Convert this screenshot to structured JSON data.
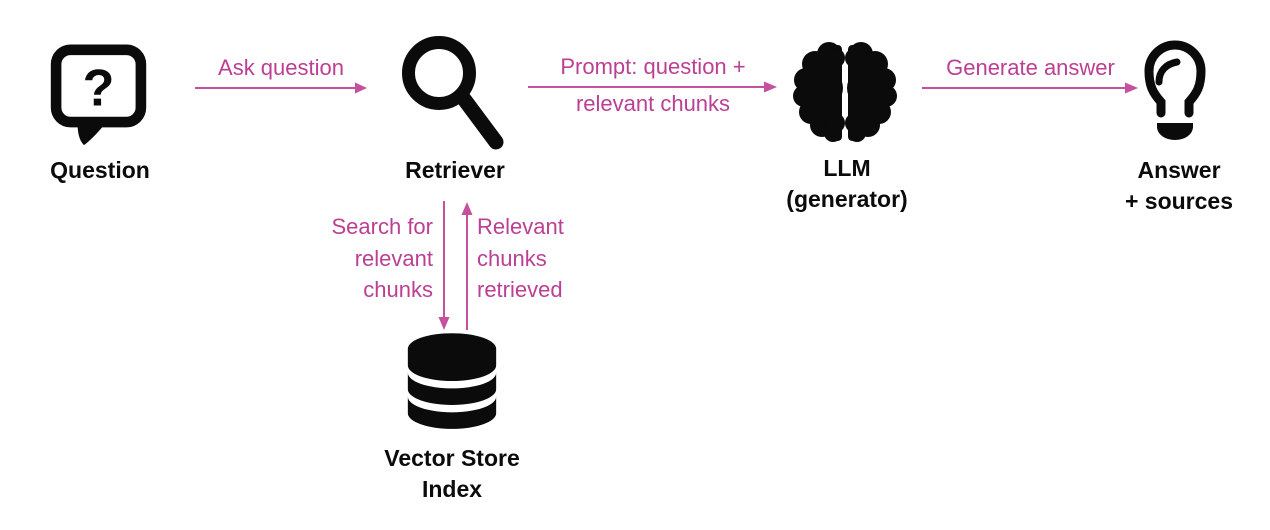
{
  "nodes": {
    "question": {
      "label": "Question",
      "icon": "speech-bubble-question-icon",
      "icon_glyph": "?"
    },
    "retriever": {
      "label": "Retriever",
      "icon": "magnifier-icon"
    },
    "llm": {
      "lines": [
        "LLM",
        "(generator)"
      ],
      "icon": "brain-icon"
    },
    "answer": {
      "lines": [
        "Answer",
        "+ sources"
      ],
      "icon": "lightbulb-icon"
    },
    "vector_store": {
      "lines": [
        "Vector Store",
        "Index"
      ],
      "icon": "database-icon"
    }
  },
  "edges": {
    "ask_question": {
      "label": "Ask question",
      "from": "question",
      "to": "retriever"
    },
    "prompt": {
      "lines": [
        "Prompt: question +",
        "relevant chunks"
      ],
      "from": "retriever",
      "to": "llm"
    },
    "generate_answer": {
      "label": "Generate answer",
      "from": "llm",
      "to": "answer"
    },
    "search": {
      "lines": [
        "Search for",
        "relevant",
        "chunks"
      ],
      "from": "retriever",
      "to": "vector_store"
    },
    "retrieved": {
      "lines": [
        "Relevant",
        "chunks",
        "retrieved"
      ],
      "from": "vector_store",
      "to": "retriever"
    }
  },
  "colors": {
    "label_pink": "#bb3f94",
    "arrow_pink": "#c4509e",
    "icon_black": "#0b0b0b",
    "background": "#ffffff"
  }
}
